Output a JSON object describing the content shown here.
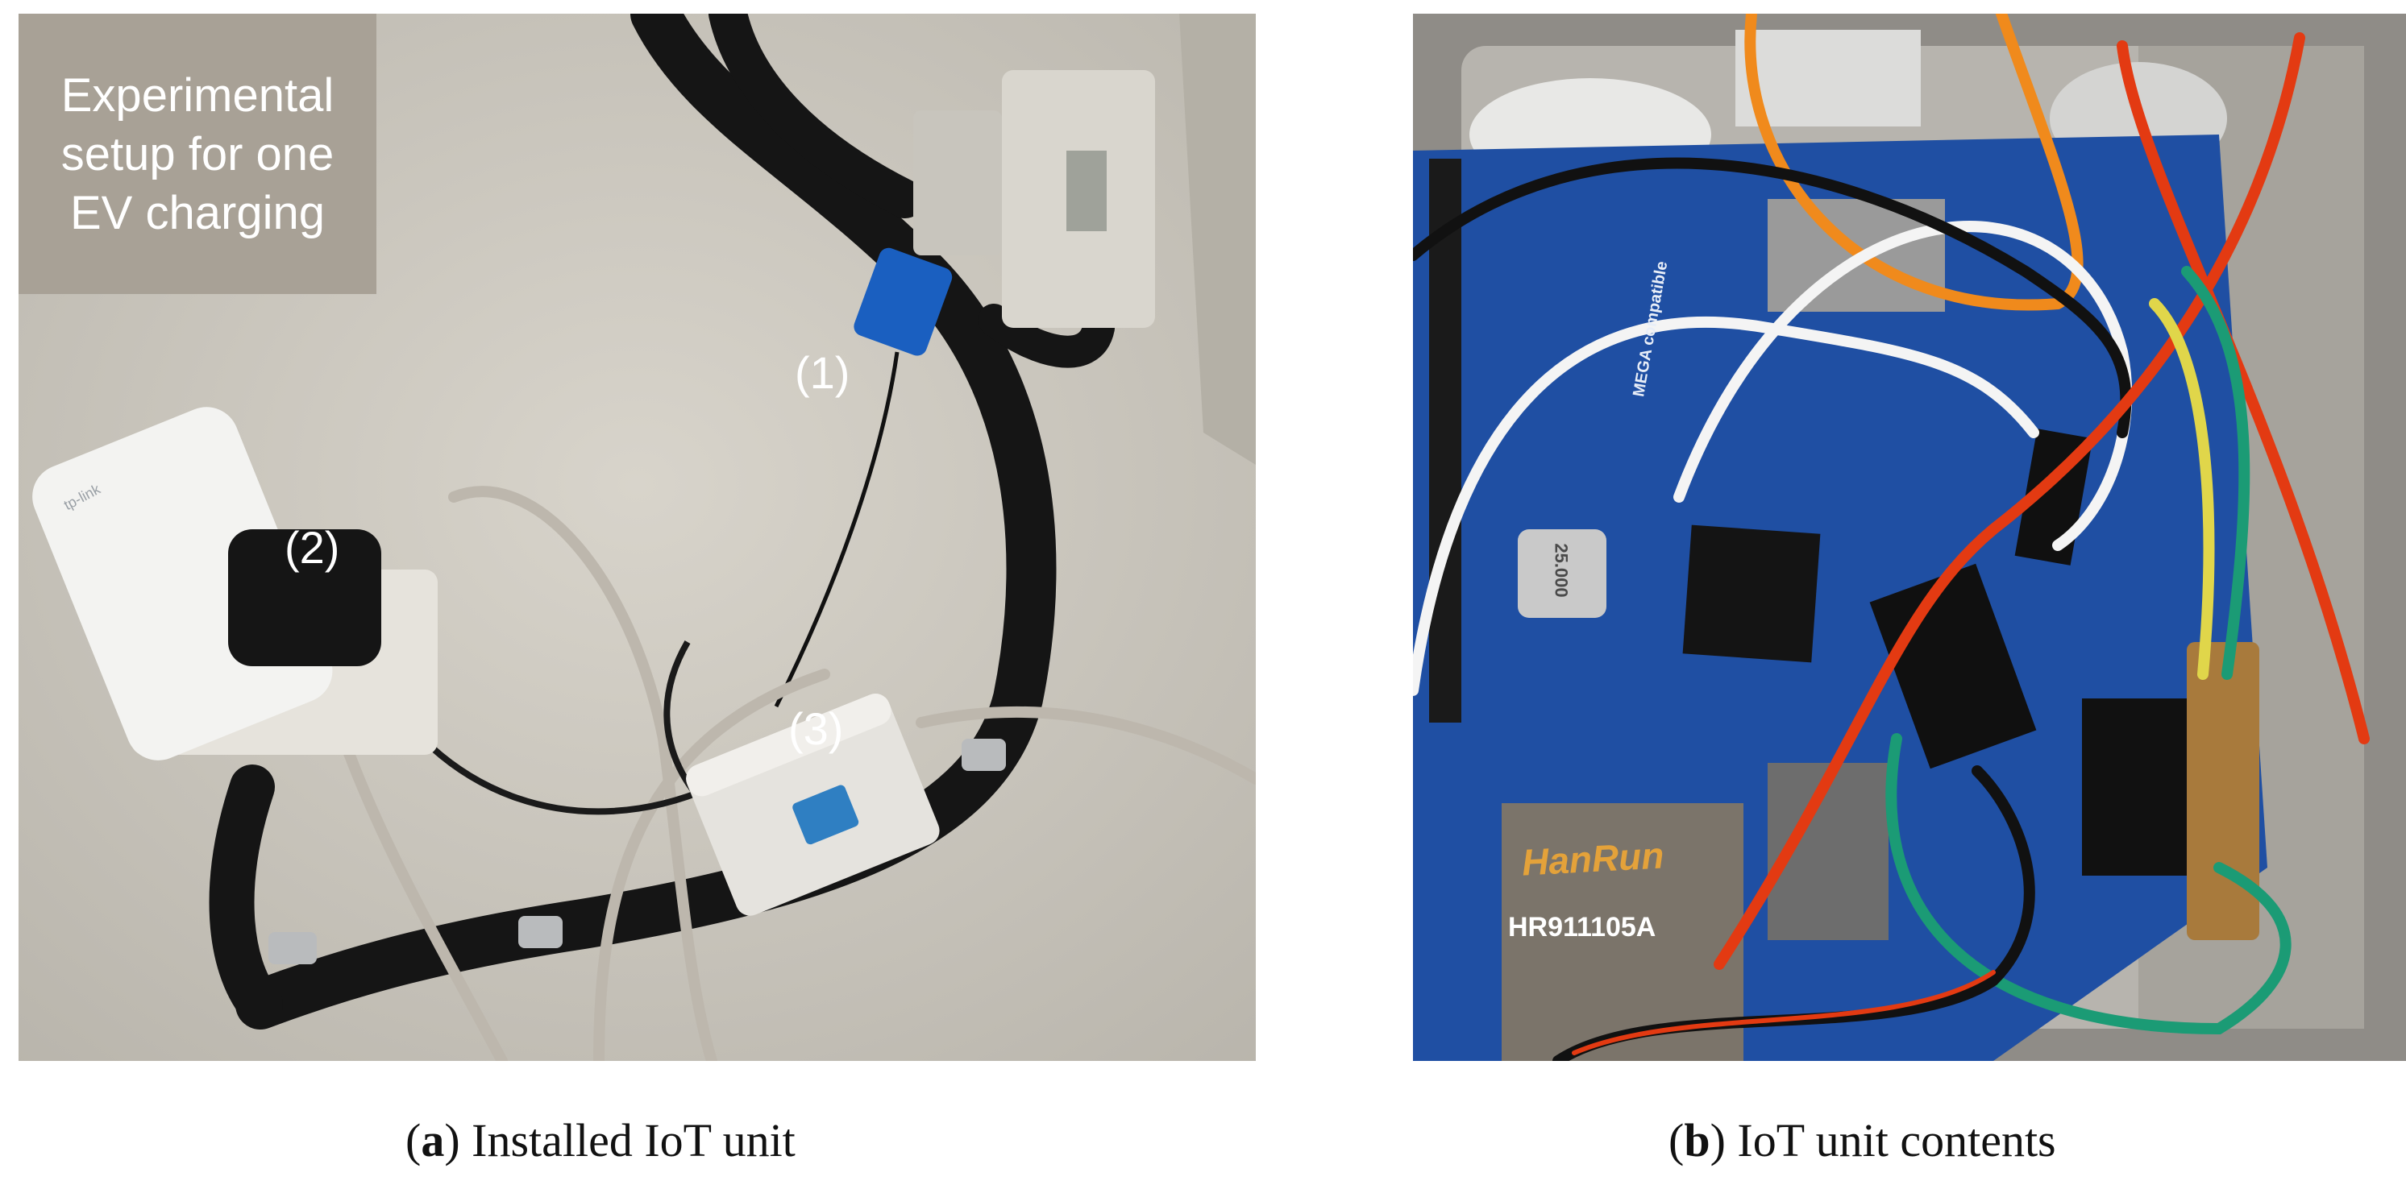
{
  "panel_a": {
    "overlay_label": [
      "Experimental",
      "setup for one",
      "EV charging"
    ],
    "markers": [
      "(1)",
      "(2)",
      "(3)"
    ],
    "device_brand": "tp-link",
    "caption": {
      "letter": "a",
      "text": "Installed IoT unit"
    }
  },
  "panel_b": {
    "board_prints": [
      "HanRun",
      "HR911105A",
      "25.000",
      "MEGA compatible"
    ],
    "caption": {
      "letter": "b",
      "text": "IoT unit contents"
    }
  },
  "colors": {
    "wall": "#cfcbc2",
    "label_bg": "#a8a196",
    "board_blue": "#1f4fa3",
    "conduit": "#151515",
    "sensor_blue": "#1a5fc0"
  }
}
